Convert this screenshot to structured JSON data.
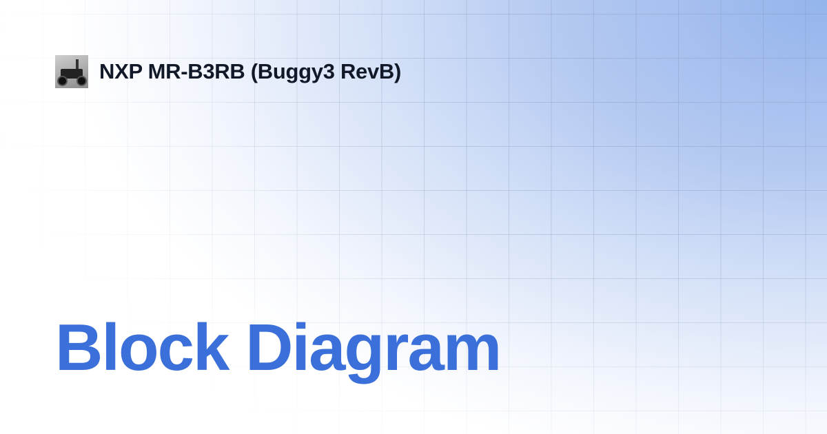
{
  "header": {
    "title": "NXP MR-B3RB (Buggy3 RevB)",
    "logo_icon": "robot-buggy-thumbnail"
  },
  "main": {
    "heading": "Block Diagram"
  },
  "colors": {
    "heading": "#3b6fd9",
    "title": "#111827",
    "accent_bg": "#94b4ec"
  }
}
